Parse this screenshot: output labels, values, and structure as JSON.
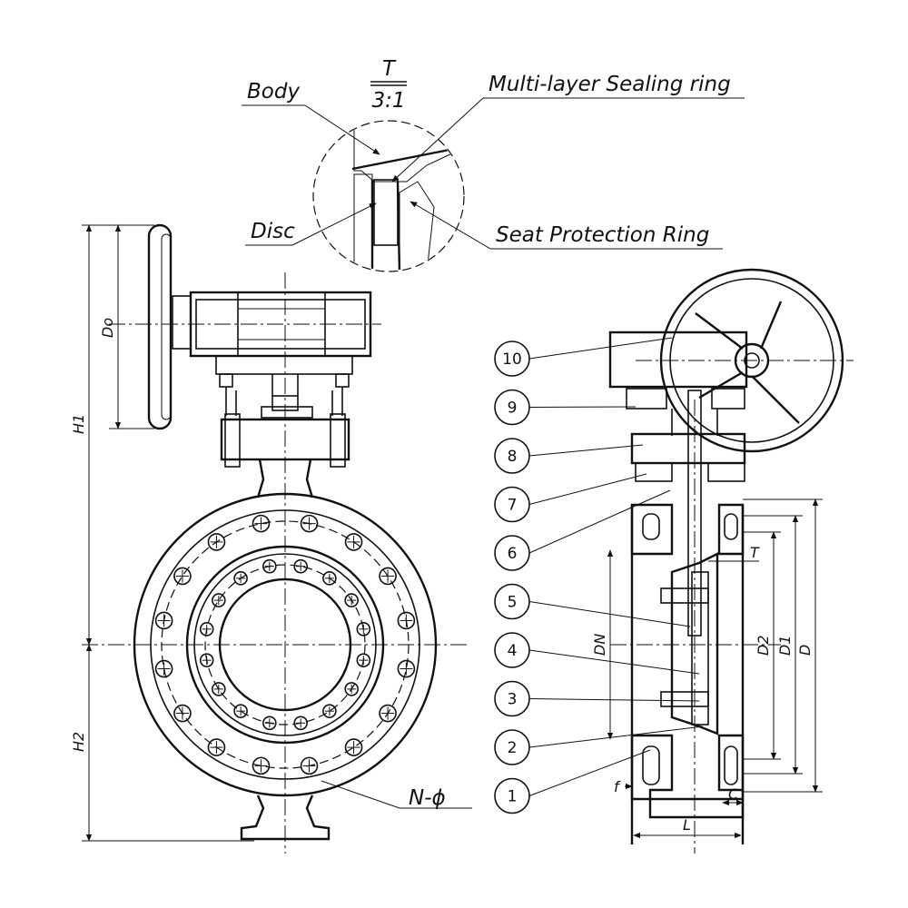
{
  "detail": {
    "title": "T",
    "scale": "3:1"
  },
  "labels": {
    "body": "Body",
    "sealing_ring": "Multi-layer Sealing ring",
    "disc": "Disc",
    "seat_protection_ring": "Seat Protection Ring",
    "section_mark": "T",
    "bolt_holes": "N-ϕ"
  },
  "dimensions": {
    "do": "Do",
    "h1": "H1",
    "h2": "H2",
    "dn": "DN",
    "d2": "D2",
    "d1": "D1",
    "d": "D",
    "l": "L",
    "f": "f",
    "c": "C"
  },
  "parts": [
    "10",
    "9",
    "8",
    "7",
    "6",
    "5",
    "4",
    "3",
    "2",
    "1"
  ]
}
